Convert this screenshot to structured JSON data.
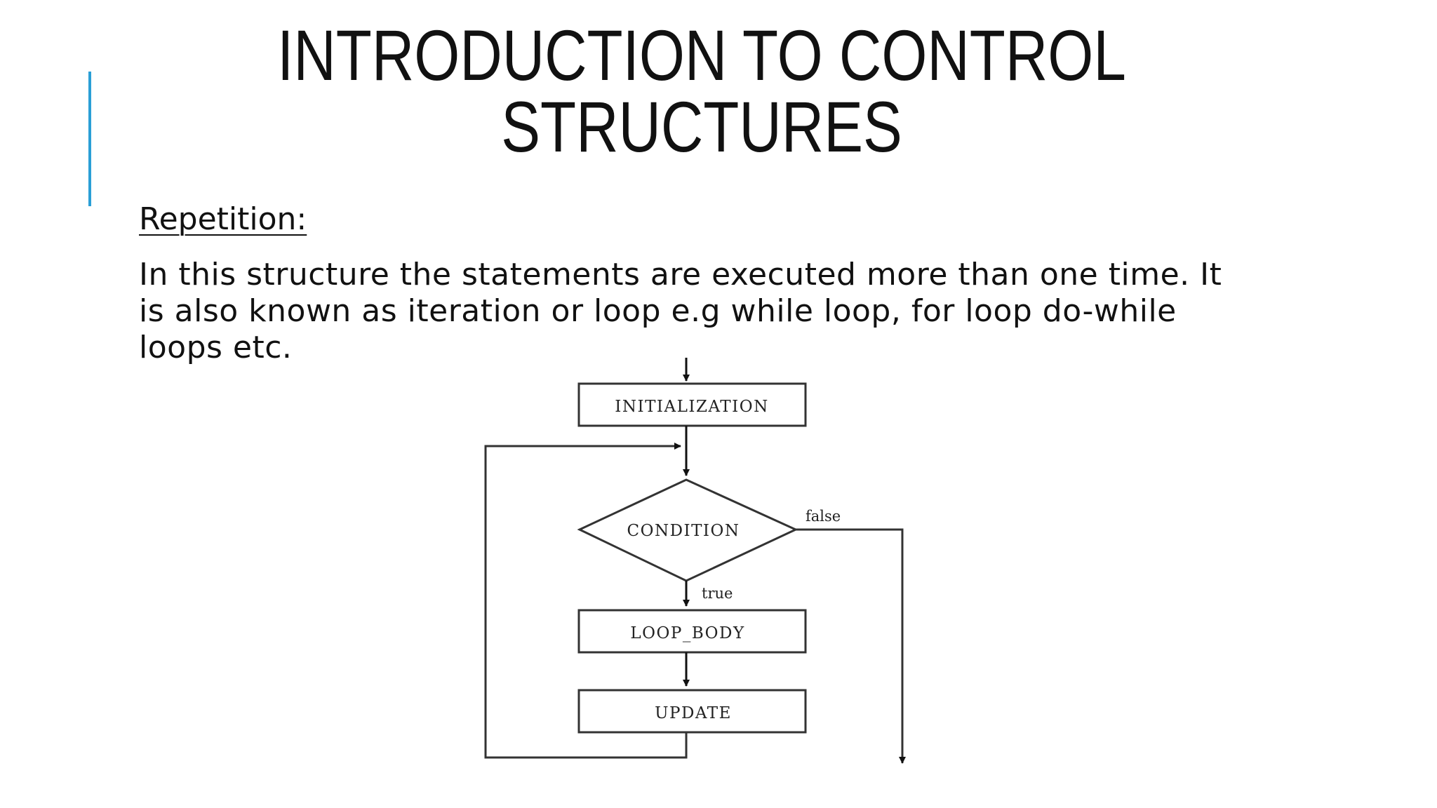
{
  "slide": {
    "title_line1": "INTRODUCTION TO CONTROL",
    "title_line2": "STRUCTURES",
    "section_heading": "Repetition:",
    "body_line1": "In this structure the statements are executed more than one time. It",
    "body_line2": "is also known as iteration or loop e.g while loop, for loop do-while",
    "body_line3": "loops etc.",
    "accent_color": "#2a9fd6"
  },
  "flowchart": {
    "initialization": "INITIALIZATION",
    "condition": "CONDITION",
    "loop_body": "LOOP_BODY",
    "update": "UPDATE",
    "false_label": "false",
    "true_label": "true"
  }
}
